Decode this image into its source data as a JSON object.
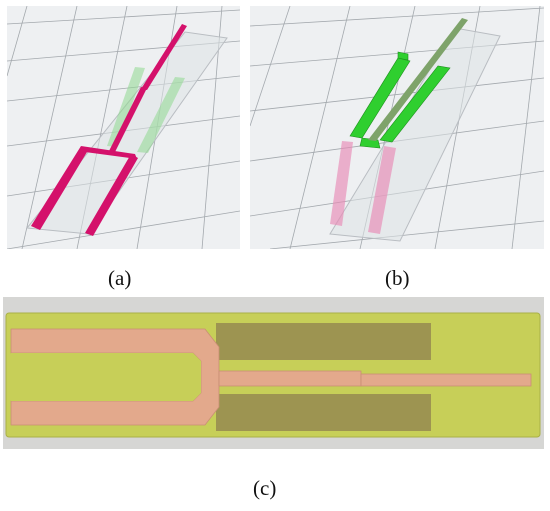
{
  "captions": {
    "a": "(a)",
    "b": "(b)",
    "c": "(c)"
  },
  "colors": {
    "background": "#ffffff",
    "simulation_background": "#eef0f2",
    "grid_line": "#9aa0a6",
    "top_layer_trace": "#d4116b",
    "bottom_layer_trace": "#2fcf2f",
    "substrate_outline": "#b9bdc2",
    "pcb_substrate": "#c7cf58",
    "copper_trace": "#e3a98c",
    "bottom_copper_shadow": "#8c7a4e"
  }
}
